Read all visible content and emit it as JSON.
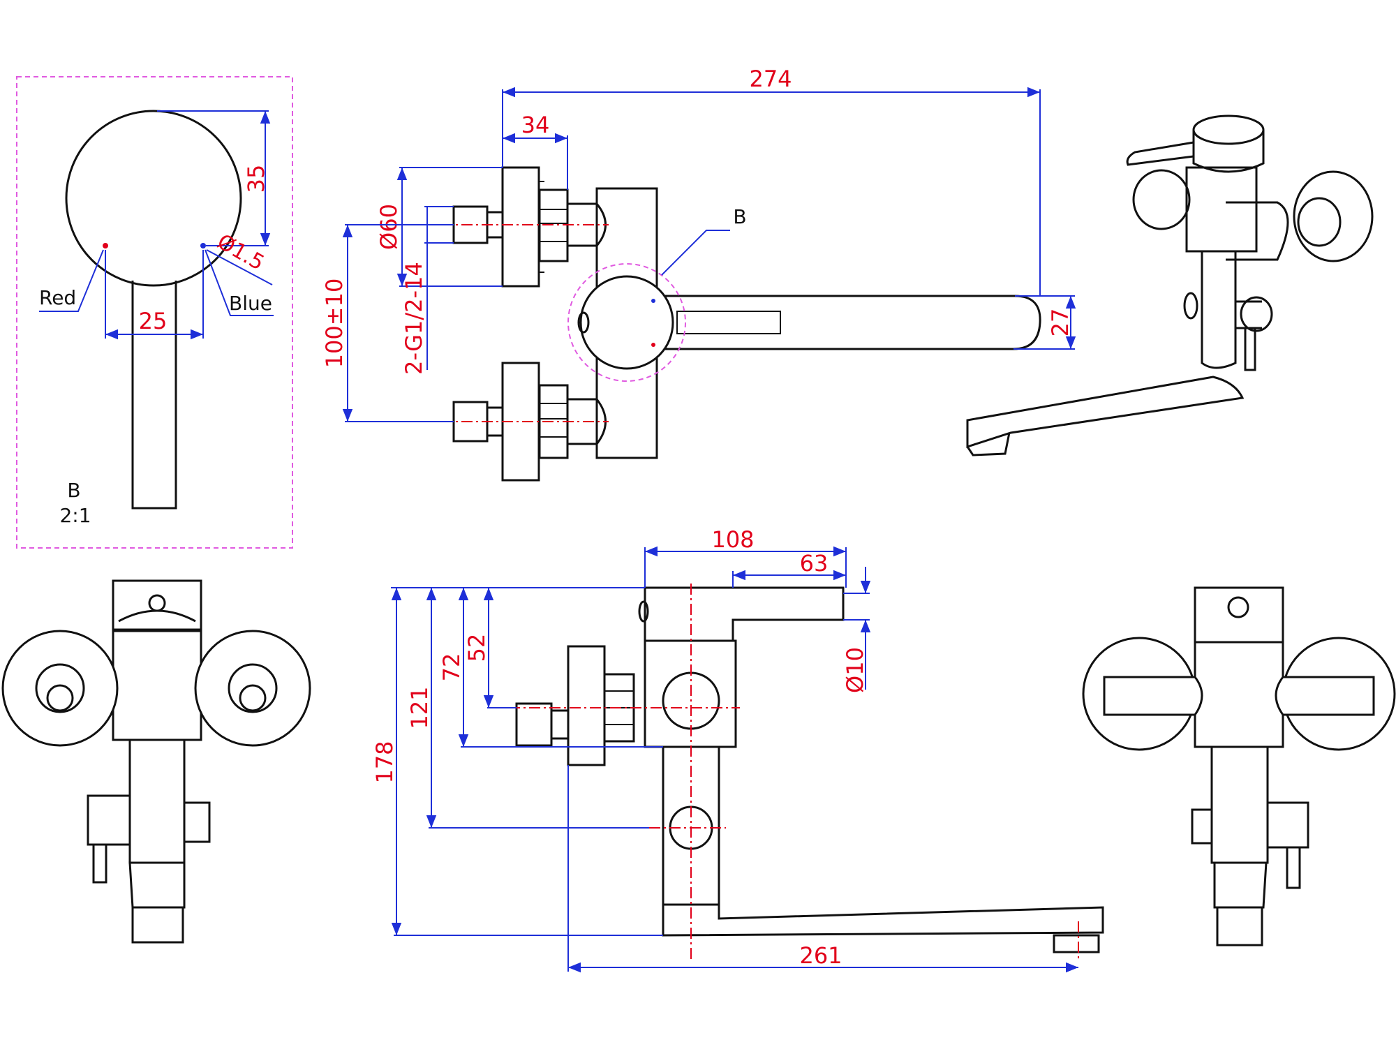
{
  "colors": {
    "outline": "#111111",
    "dimension_line": "#1e2fd8",
    "dimension_text": "#e1001a",
    "detail_frame": "#e05ae0"
  },
  "detail": {
    "label_red": "Red",
    "label_blue": "Blue",
    "dim_35": "35",
    "dim_phi15": "Ø1.5",
    "dim_25": "25",
    "view_letter": "B",
    "scale": "2:1"
  },
  "front_view": {
    "dim_274": "274",
    "dim_34": "34",
    "dim_phi60": "Ø60",
    "dim_thread": "2-G1/2-14",
    "dim_100": "100±10",
    "dim_27": "27",
    "callout_b": "B"
  },
  "side_view": {
    "dim_108": "108",
    "dim_63": "63",
    "dim_phi10": "Ø10",
    "dim_52": "52",
    "dim_72": "72",
    "dim_121": "121",
    "dim_178": "178",
    "dim_261": "261"
  }
}
